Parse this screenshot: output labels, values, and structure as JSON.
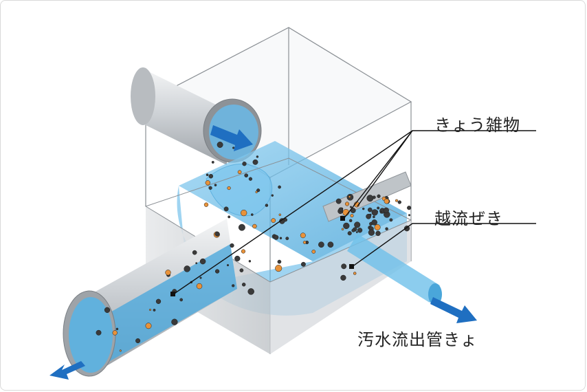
{
  "labels": {
    "debris": "きょう雑物",
    "weir": "越流ぜき",
    "outflow_pipe": "汚水流出管きょ"
  },
  "colors": {
    "water": "#5fb8e8",
    "flow_arrow": "#1f6fc1",
    "pipe_gray": "#c9cdd2",
    "box_wall": "#d4d7db",
    "debris_dark": "#3a3a3a",
    "debris_orange": "#e8923a"
  },
  "icons": [
    "inflow-arrow-icon",
    "outflow-arrow-icon",
    "overflow-arrow-icon"
  ]
}
